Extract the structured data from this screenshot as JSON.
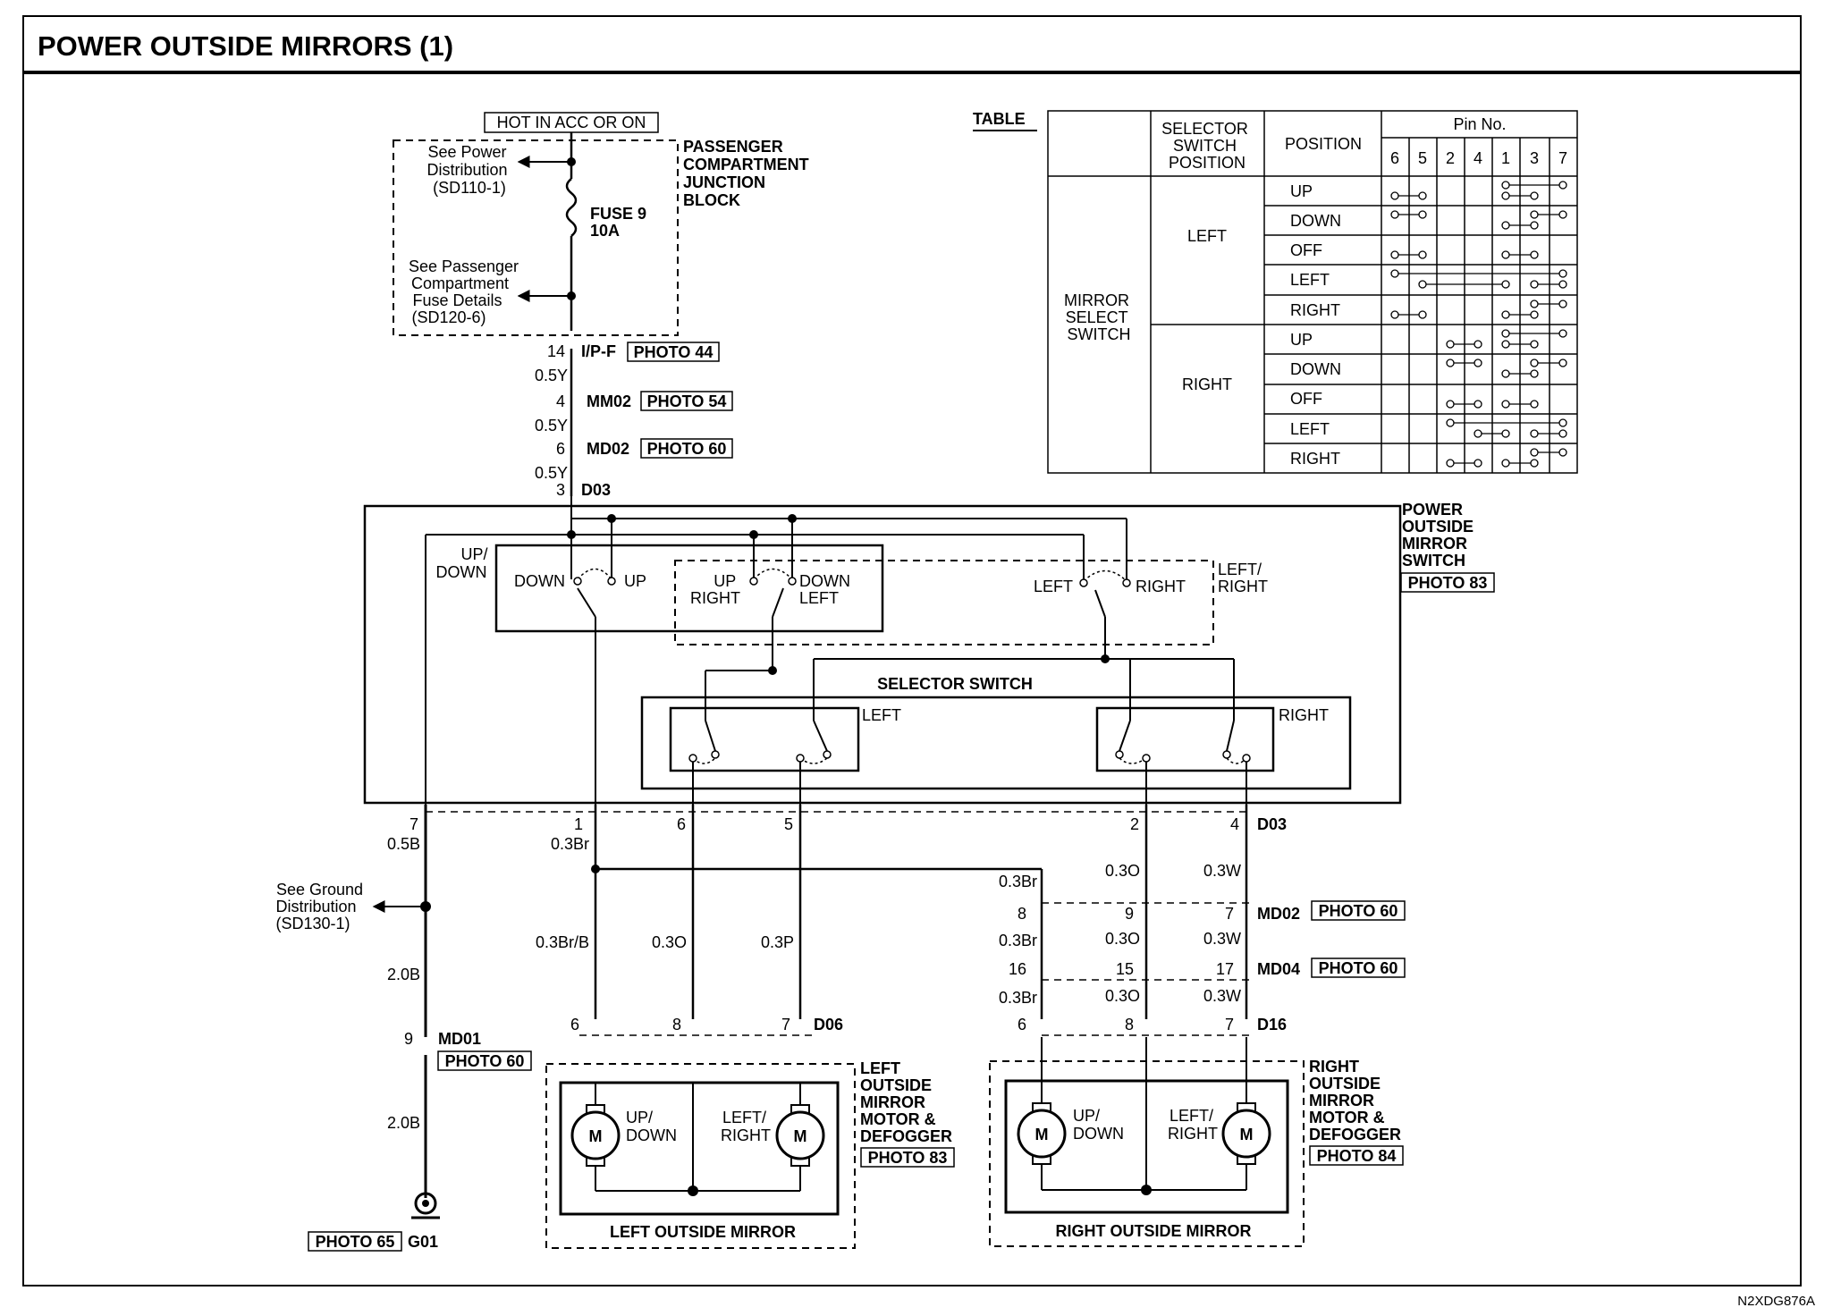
{
  "title": "POWER OUTSIDE MIRRORS (1)",
  "doc_code": "N2XDG876A",
  "hot_label": "HOT IN ACC OR ON",
  "junction_block": {
    "name_lines": [
      "PASSENGER",
      "COMPARTMENT",
      "JUNCTION",
      "BLOCK"
    ],
    "power_ref": [
      "See Power",
      "Distribution",
      "(SD110-1)"
    ],
    "fuse_ref": [
      "See Passenger",
      "Compartment",
      "Fuse Details",
      "(SD120-6)"
    ],
    "fuse_lines": [
      "FUSE 9",
      "10A"
    ]
  },
  "connectors": {
    "ipf": {
      "pin": "14",
      "name": "I/P-F",
      "photo": "PHOTO 44"
    },
    "mm02": {
      "pin": "4",
      "name": "MM02",
      "photo": "PHOTO 54"
    },
    "md02_top": {
      "pin": "6",
      "name": "MD02",
      "photo": "PHOTO 60"
    },
    "d03_top": {
      "pin": "3",
      "name": "D03"
    },
    "d03_bottom": {
      "name": "D03"
    },
    "md02_right": {
      "pins": [
        "8",
        "9",
        "7"
      ],
      "name": "MD02",
      "photo": "PHOTO 60"
    },
    "md04": {
      "pins": [
        "16",
        "15",
        "17"
      ],
      "name": "MD04",
      "photo": "PHOTO 60"
    },
    "d16": {
      "pins": [
        "6",
        "8",
        "7"
      ],
      "name": "D16"
    },
    "d06": {
      "pins": [
        "6",
        "8",
        "7"
      ],
      "name": "D06"
    },
    "md01": {
      "pin": "9",
      "name": "MD01",
      "photo": "PHOTO 60"
    },
    "g01": {
      "name": "G01",
      "photo": "PHOTO 65"
    }
  },
  "wires": {
    "supply": [
      "0.5Y",
      "0.5Y",
      "0.5Y"
    ],
    "ground_b": "0.5B",
    "ground_b2": "2.0B",
    "ground_b3": "2.0B",
    "br": "0.3Br",
    "br_b": "0.3Br/B",
    "o": "0.3O",
    "p": "0.3P",
    "right_br": [
      "0.3Br",
      "0.3Br",
      "0.3Br"
    ],
    "right_o": [
      "0.3O",
      "0.3O",
      "0.3O"
    ],
    "right_w": [
      "0.3W",
      "0.3W",
      "0.3W"
    ]
  },
  "switch_pins": [
    "7",
    "1",
    "6",
    "5",
    "2",
    "4"
  ],
  "ground_ref": [
    "See Ground",
    "Distribution",
    "(SD130-1)"
  ],
  "mirror_switch": {
    "name_lines": [
      "POWER",
      "OUTSIDE",
      "MIRROR",
      "SWITCH"
    ],
    "photo": "PHOTO 83",
    "updown_label": [
      "UP/",
      "DOWN"
    ],
    "down": "DOWN",
    "up": "UP",
    "up_right": [
      "UP",
      "RIGHT"
    ],
    "down_left": [
      "DOWN",
      "LEFT"
    ],
    "left": "LEFT",
    "right": "RIGHT",
    "leftright_label": [
      "LEFT/",
      "RIGHT"
    ],
    "selector": "SELECTOR SWITCH",
    "sel_left": "LEFT",
    "sel_right": "RIGHT"
  },
  "left_mirror": {
    "name_lines": [
      "LEFT",
      "OUTSIDE",
      "MIRROR",
      "MOTOR &",
      "DEFOGGER"
    ],
    "photo": "PHOTO 83",
    "caption": "LEFT OUTSIDE MIRROR",
    "updown": [
      "UP/",
      "DOWN"
    ],
    "leftright": [
      "LEFT/",
      "RIGHT"
    ],
    "motor": "M"
  },
  "right_mirror": {
    "name_lines": [
      "RIGHT",
      "OUTSIDE",
      "MIRROR",
      "MOTOR &",
      "DEFOGGER"
    ],
    "photo": "PHOTO 84",
    "caption": "RIGHT OUTSIDE MIRROR",
    "updown": [
      "UP/",
      "DOWN"
    ],
    "leftright": [
      "LEFT/",
      "RIGHT"
    ],
    "motor": "M"
  },
  "table": {
    "label": "TABLE",
    "col_selector": [
      "SELECTOR",
      "SWITCH",
      "POSITION"
    ],
    "col_position": "POSITION",
    "col_pin": "Pin No.",
    "pins": [
      "6",
      "5",
      "2",
      "4",
      "1",
      "3",
      "7"
    ],
    "row_header": [
      "MIRROR",
      "SELECT",
      "SWITCH"
    ],
    "groups": [
      {
        "selector": "LEFT",
        "positions": [
          "UP",
          "DOWN",
          "OFF",
          "LEFT",
          "RIGHT"
        ]
      },
      {
        "selector": "RIGHT",
        "positions": [
          "UP",
          "DOWN",
          "OFF",
          "LEFT",
          "RIGHT"
        ]
      }
    ]
  }
}
